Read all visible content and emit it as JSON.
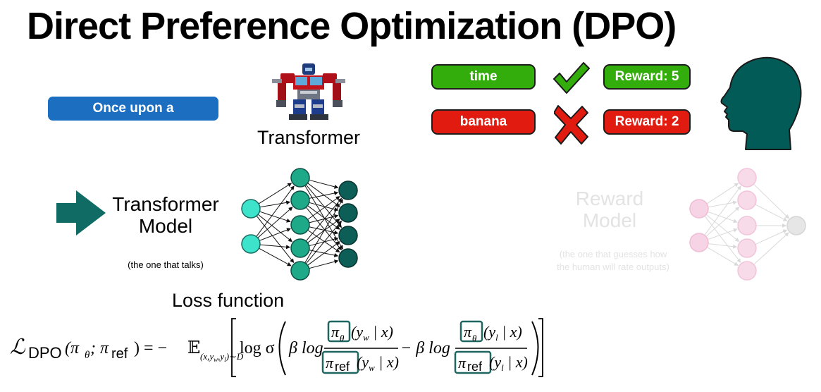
{
  "title": "Direct Preference Optimization (DPO)",
  "prompt": "Once upon a",
  "transformer_caption": "Transformer",
  "responses": [
    {
      "text": "time",
      "verdict": "check-icon",
      "reward": "Reward: 5",
      "color": "#33ad0b"
    },
    {
      "text": "banana",
      "verdict": "cross-icon",
      "reward": "Reward: 2",
      "color": "#e11b10"
    }
  ],
  "transformer_model": {
    "label_line1": "Transformer",
    "label_line2": "Model",
    "note": "(the one that talks)"
  },
  "reward_model": {
    "label_line1": "Reward",
    "label_line2": "Model",
    "note_line1": "(the one that guesses how",
    "note_line2": "the human will rate outputs)"
  },
  "loss": {
    "heading": "Loss function",
    "lhs_sub": "DPO",
    "lhs_args": "(π",
    "lhs_theta": "θ",
    "lhs_semi": "; π",
    "lhs_ref": "ref",
    "lhs_eq": ") = −",
    "expect_symbol": "𝔼",
    "expect_sub": "(x,y",
    "log_sigma": "log σ",
    "beta_log": "β log",
    "minus_beta_log": "− β log",
    "pi": "π",
    "theta": "θ",
    "ref": "ref",
    "yw_given_x": "(y",
    "w": "w",
    "l": "l",
    "given_x": " | x)"
  },
  "icons": [
    "robot-image",
    "check-icon",
    "cross-icon",
    "human-head-icon",
    "arrow-right-icon"
  ],
  "colors": {
    "prompt_blue": "#1b6ec0",
    "accept_green": "#33ad0b",
    "reject_red": "#e11b10",
    "head_teal": "#035b57",
    "highlight_box": "#1f6660",
    "reward_model_pink": "#f4d0e2"
  }
}
